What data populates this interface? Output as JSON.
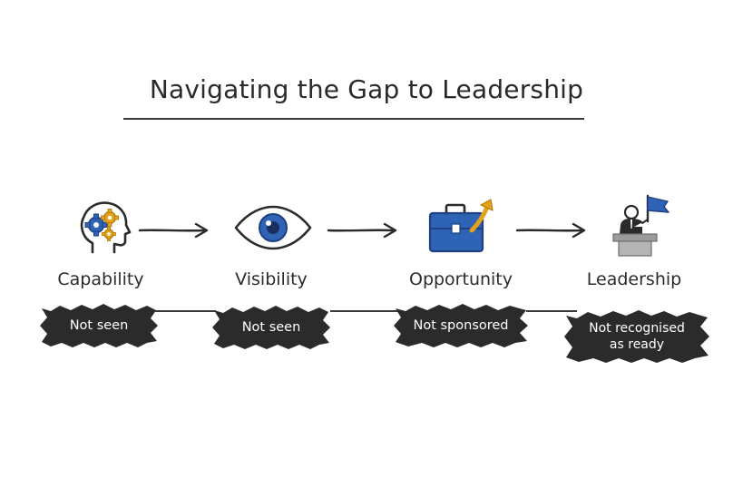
{
  "title": "Navigating the Gap to Leadership",
  "stages": [
    {
      "label": "Capability",
      "icon": "head-gears-icon",
      "status": "Not seen"
    },
    {
      "label": "Visibility",
      "icon": "eye-icon",
      "status": "Not seen"
    },
    {
      "label": "Opportunity",
      "icon": "briefcase-up-arrow-icon",
      "status": "Not sponsored"
    },
    {
      "label": "Leadership",
      "icon": "podium-flag-icon",
      "status": "Not recognised\nas ready"
    }
  ],
  "colors": {
    "blue": "#2f63b5",
    "dark_blue": "#1f3f80",
    "gold": "#e3a21a",
    "badge": "#2b2b2b",
    "ink": "#2b2b2b",
    "gray": "#9b9b9b"
  }
}
